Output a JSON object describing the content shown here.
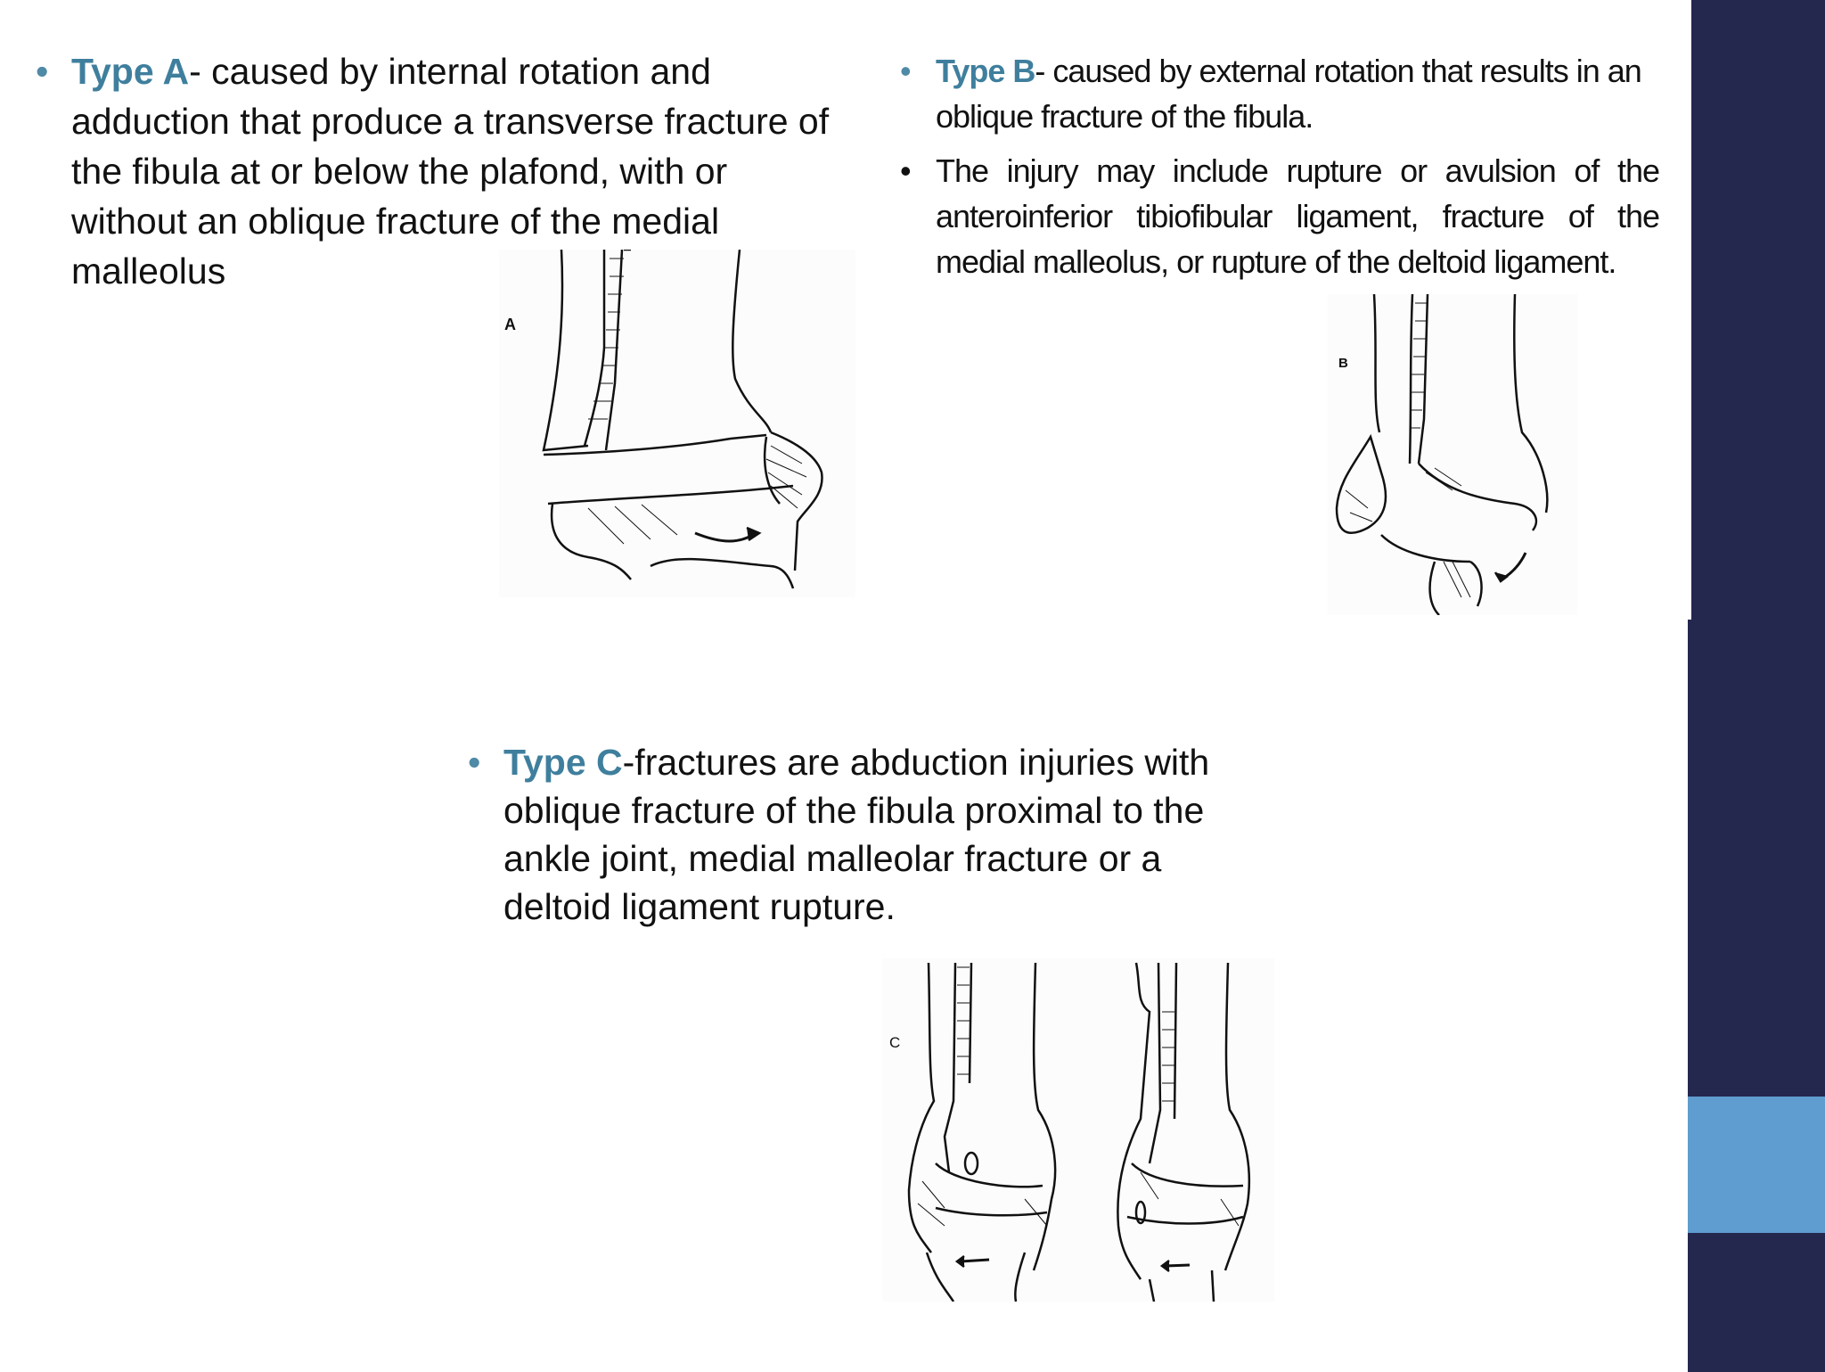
{
  "colors": {
    "sidebar": "#24284f",
    "accent": "#5f9ccf",
    "term": "#3f7f9d"
  },
  "type_a": {
    "term": "Type A",
    "text": "- caused by internal rotation and adduction that produce a transverse fracture of the fibula at or below the plafond, with or without an oblique fracture of the medial malleolus"
  },
  "type_b": {
    "term": "Type B",
    "text": "- caused by external rotation that results in an oblique fracture of the fibula.",
    "text2": "The injury may include rupture or avulsion of the anteroinferior tibiofibular ligament, fracture of the medial malleolus, or rupture of the deltoid ligament."
  },
  "type_c": {
    "term": "Type C",
    "text": "-fractures are abduction injuries with oblique fracture of the fibula proximal to the ankle joint, medial malleolar fracture or a deltoid ligament rupture."
  },
  "figures": {
    "a_label": "A",
    "b_label": "B",
    "c_label": "C"
  }
}
